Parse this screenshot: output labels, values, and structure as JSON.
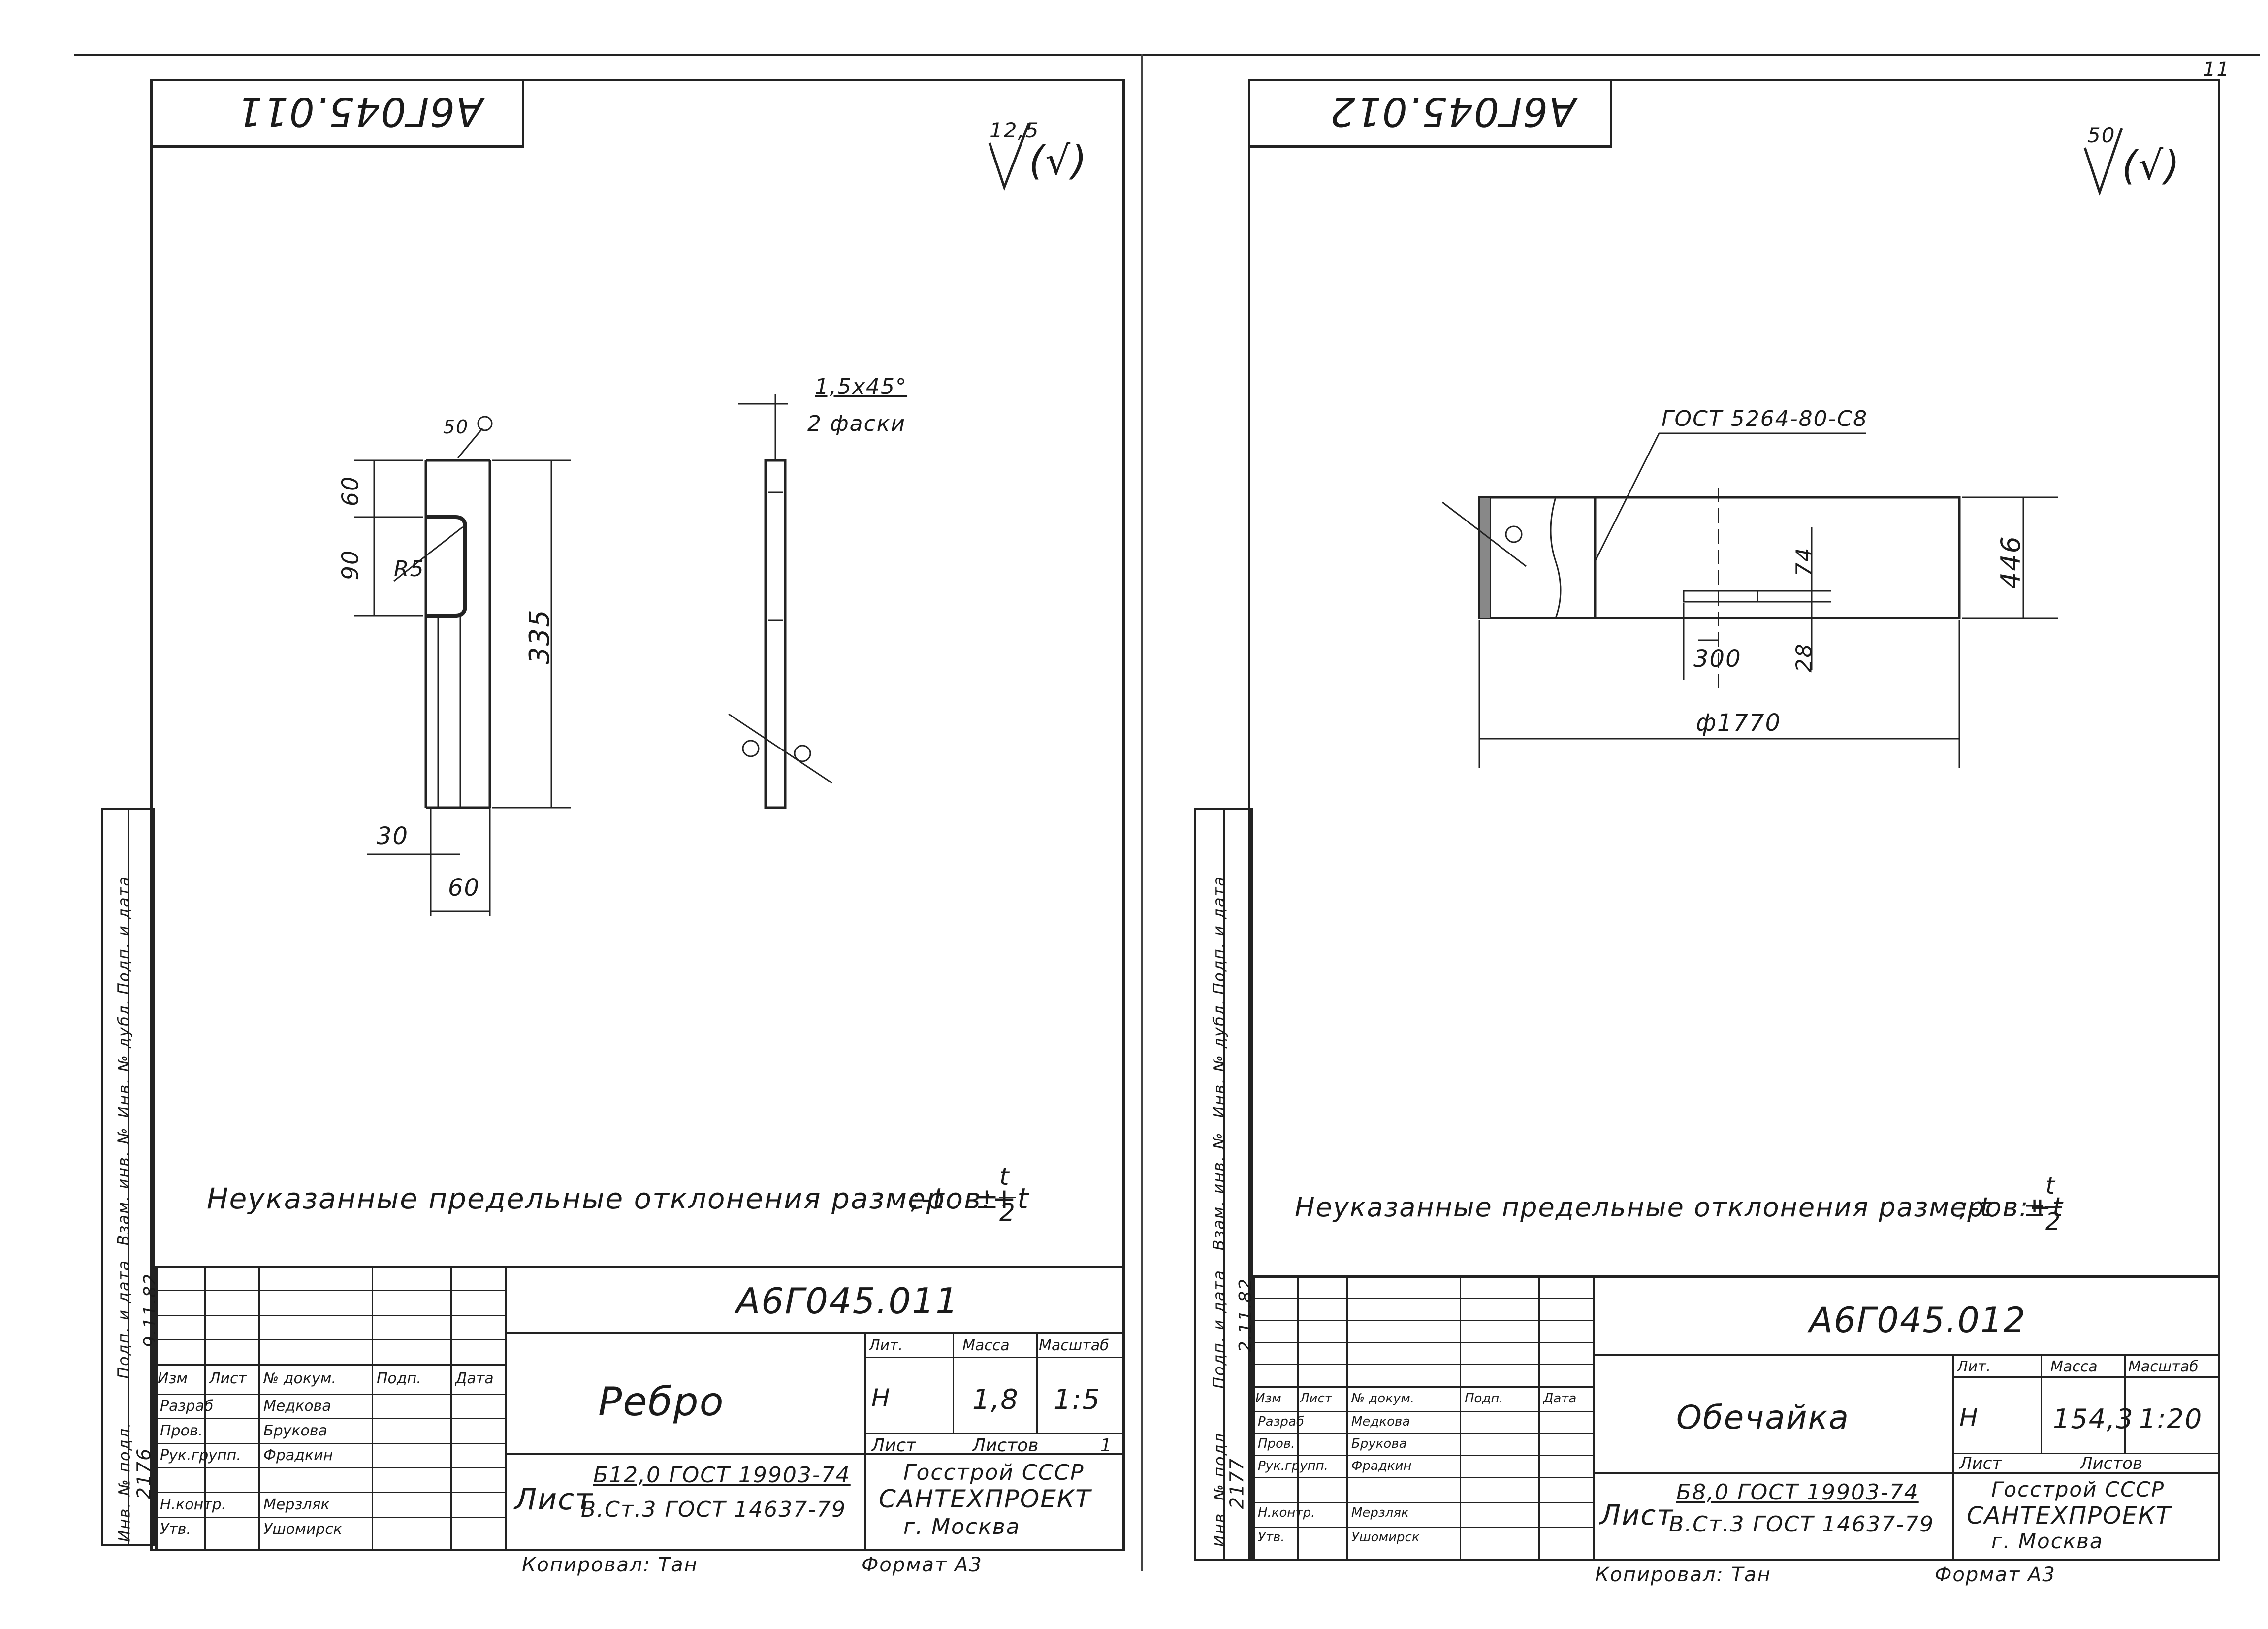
{
  "sheets": [
    {
      "code_flipped": "А6Г045.011",
      "roughness_value": "12,5",
      "roughness_paren": "(√)",
      "dimensions": {
        "d60_top": "60",
        "d90": "90",
        "r5": "R5",
        "d335": "335",
        "d30": "30",
        "d60_bottom": "60",
        "surface_50": "50"
      },
      "chamfer": {
        "line1": "1,5x45°",
        "line2": "2 фаски"
      },
      "note": {
        "text": "Неуказанные предельные отклонения размеров:+t",
        "suffix": ";-t",
        "pm": "±",
        "num": "t",
        "den": "2"
      },
      "left_strip": [
        "Инв. № подл.",
        "Подп. и дата",
        "Взам. инв. №",
        "Инв. № дубл.",
        "Подп. и дата"
      ],
      "inv_number": "2176",
      "sign_date": "9.11.82",
      "title_block": {
        "code": "А6Г045.011",
        "name": "Ребро",
        "header": [
          "Изм",
          "Лист",
          "№ докум.",
          "Подп.",
          "Дата"
        ],
        "roles": [
          "Разраб",
          "Пров.",
          "Рук.групп.",
          "",
          "Н.контр.",
          "Утв."
        ],
        "persons": [
          "Медкова",
          "Брукова",
          "Фрадкин",
          "",
          "Мерзляк",
          "Ушомирск"
        ],
        "lit_label": "Лит.",
        "lit_value": "Н",
        "mass_label": "Масса",
        "mass_value": "1,8",
        "scale_label": "Масштаб",
        "scale_value": "1:5",
        "sheet_label": "Лист",
        "sheets_label": "Листов",
        "sheets_value": "1",
        "material_prefix": "Лист",
        "material_1": "Б12,0 ГОСТ 19903-74",
        "material_2": "В.Ст.3 ГОСТ 14637-79",
        "org_1": "Госстрой СССР",
        "org_2": "САНТЕХПРОЕКТ",
        "org_3": "г. Москва",
        "copied": "Копировал: Тан",
        "format": "Формат А3"
      }
    },
    {
      "code_flipped": "А6Г045.012",
      "roughness_value": "50",
      "roughness_paren": "(√)",
      "dimensions": {
        "gost_weld": "ГОСТ 5264-80-С8",
        "d74": "74",
        "d28": "28",
        "d300": "300",
        "d446": "446",
        "d1770": "ф1770"
      },
      "note": {
        "text": "Неуказанные предельные отклонения размеров:+t",
        "suffix": ";-t",
        "pm": "±",
        "num": "t",
        "den": "2"
      },
      "left_strip": [
        "Инв. № подл.",
        "Подп. и дата",
        "Взам. инв. №",
        "Инв. № дубл.",
        "Подп. и дата"
      ],
      "inv_number": "2177",
      "sign_date": "2.11.82",
      "title_block": {
        "code": "А6Г045.012",
        "name": "Обечайка",
        "header": [
          "Изм",
          "Лист",
          "№ докум.",
          "Подп.",
          "Дата"
        ],
        "roles": [
          "Разраб",
          "Пров.",
          "Рук.групп.",
          "",
          "Н.контр.",
          "Утв."
        ],
        "persons": [
          "Медкова",
          "Брукова",
          "Фрадкин",
          "",
          "Мерзляк",
          "Ушомирск"
        ],
        "lit_label": "Лит.",
        "lit_value": "Н",
        "mass_label": "Масса",
        "mass_value": "154,3",
        "scale_label": "Масштаб",
        "scale_value": "1:20",
        "sheet_label": "Лист",
        "sheets_label": "Листов",
        "sheets_value": "",
        "material_prefix": "Лист",
        "material_1": "Б8,0 ГОСТ 19903-74",
        "material_2": "В.Ст.3 ГОСТ 14637-79",
        "org_1": "Госстрой СССР",
        "org_2": "САНТЕХПРОЕКТ",
        "org_3": "г. Москва",
        "copied": "Копировал: Тан",
        "format": "Формат А3"
      }
    }
  ],
  "page_corner": "11"
}
